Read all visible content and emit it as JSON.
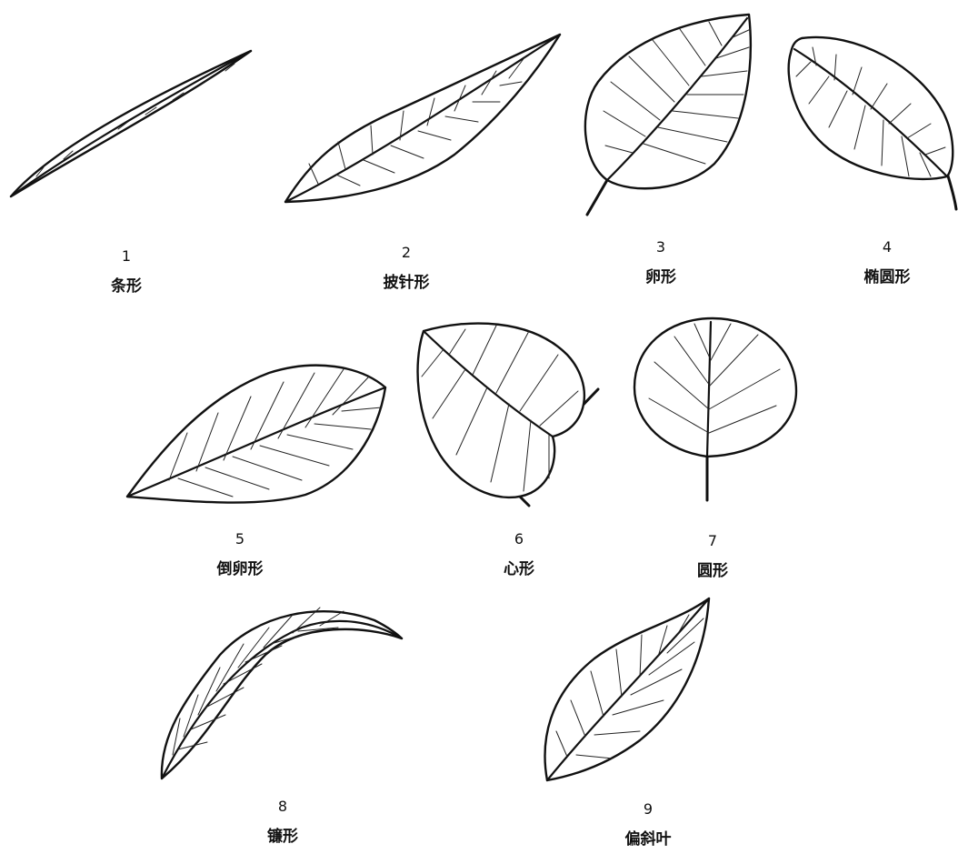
{
  "leaves": [
    {
      "number": "1",
      "name": "条形",
      "shape": "linear"
    },
    {
      "number": "2",
      "name": "披针形",
      "shape": "lanceolate"
    },
    {
      "number": "3",
      "name": "卵形",
      "shape": "ovate"
    },
    {
      "number": "4",
      "name": "椭圆形",
      "shape": "elliptic"
    },
    {
      "number": "5",
      "name": "倒卵形",
      "shape": "obovate"
    },
    {
      "number": "6",
      "name": "心形",
      "shape": "cordate"
    },
    {
      "number": "7",
      "name": "圆形",
      "shape": "orbicular"
    },
    {
      "number": "8",
      "name": "镰形",
      "shape": "falcate"
    },
    {
      "number": "9",
      "name": "偏斜叶",
      "shape": "oblique"
    }
  ],
  "colors": {
    "ink": "#111111",
    "paper": "#ffffff"
  }
}
